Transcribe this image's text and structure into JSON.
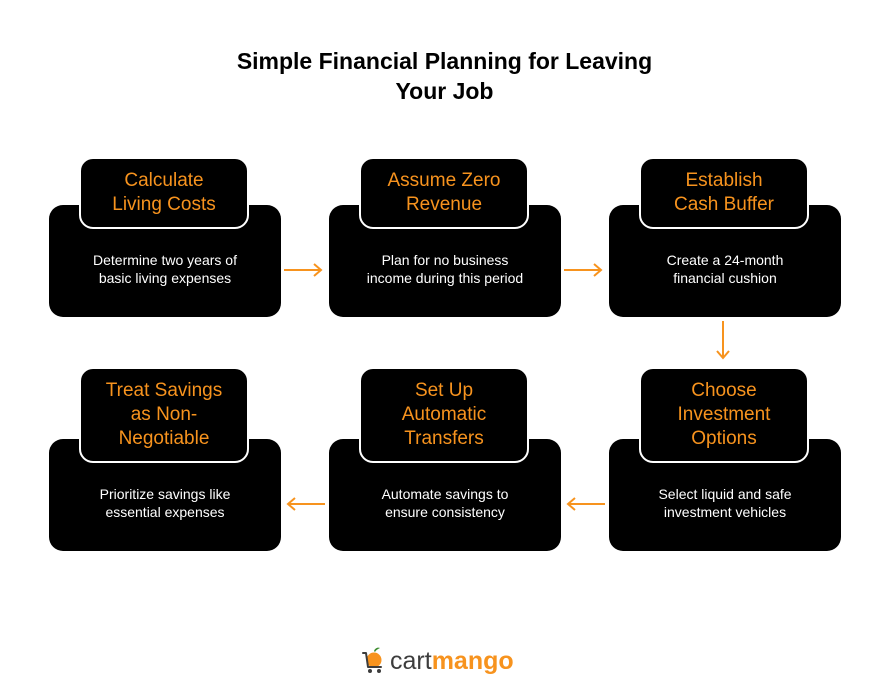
{
  "title": {
    "line1": "Simple Financial Planning for Leaving",
    "line2": "Your Job"
  },
  "steps": [
    {
      "title": "Calculate\nLiving Costs",
      "description": "Determine two years of\nbasic living expenses"
    },
    {
      "title": "Assume Zero\nRevenue",
      "description": "Plan for no business\nincome during this period"
    },
    {
      "title": "Establish\nCash Buffer",
      "description": "Create a 24-month\nfinancial cushion"
    },
    {
      "title": "Choose\nInvestment\nOptions",
      "description": "Select liquid and safe\ninvestment vehicles"
    },
    {
      "title": "Set Up\nAutomatic\nTransfers",
      "description": "Automate savings to\nensure consistency"
    },
    {
      "title": "Treat Savings\nas Non-\nNegotiable",
      "description": "Prioritize savings like\nessential expenses"
    }
  ],
  "logo": {
    "part1": "cart",
    "part2": "mango"
  },
  "colors": {
    "accent": "#f7931e",
    "card": "#000000",
    "text_light": "#ffffff",
    "title": "#000000"
  }
}
